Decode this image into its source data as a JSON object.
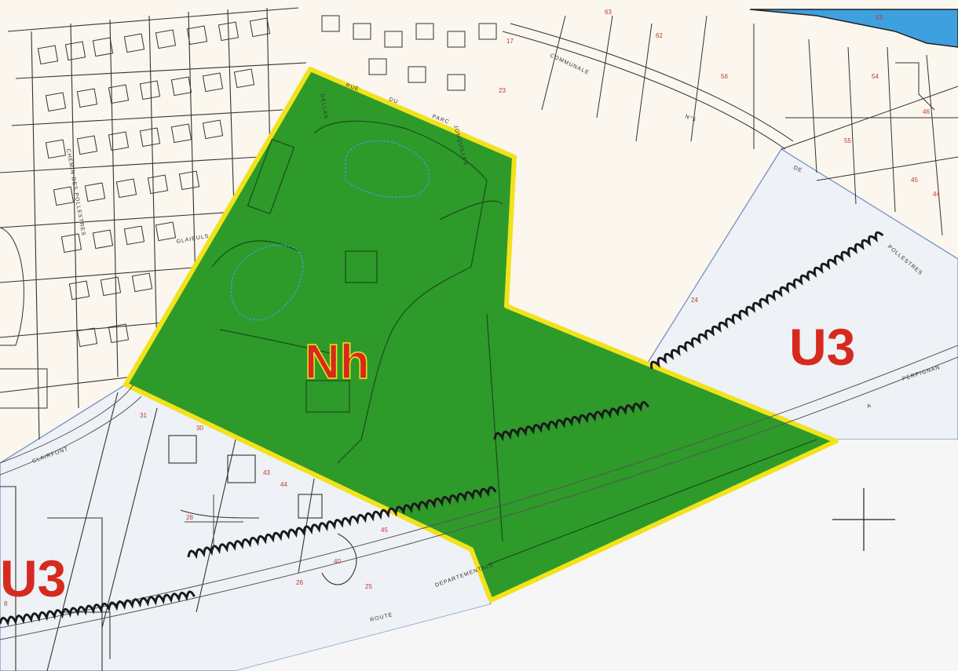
{
  "map": {
    "zones": [
      {
        "id": "nh",
        "label": "Nh",
        "fill": "#2e9a2a",
        "outline": "#f2e21b",
        "label_color": "#d62a1f"
      },
      {
        "id": "u3-east",
        "label": "U3",
        "fill": "#eef1f6",
        "label_color": "#d62a1f"
      },
      {
        "id": "u3-southwest",
        "label": "U3",
        "fill": "#eef1f6",
        "label_color": "#d62a1f"
      }
    ],
    "colors": {
      "background": "#fbf6ee",
      "parcel_line": "#222222",
      "boundary_wave": "#1a1a1a",
      "water_blue": "#3fa0df",
      "lot_number": "#c0392b"
    },
    "lot_numbers": [
      "63",
      "62",
      "53",
      "56",
      "54",
      "46",
      "55",
      "45",
      "44",
      "24",
      "23",
      "17",
      "31",
      "30",
      "43",
      "44",
      "28",
      "45",
      "40",
      "26",
      "25",
      "8"
    ],
    "street_labels": [
      "COMMUNALE",
      "N°5",
      "PARC",
      "DU",
      "RUE",
      "DE",
      "POLLESTRES",
      "PERPIGNAN",
      "A",
      "ROUTE",
      "DEPARTEMENTALE",
      "CLAIRFONT",
      "CHEMIN DES POLLESTRES",
      "GLAIEULS",
      "JONQUILLES",
      "DELLAS"
    ],
    "features": [
      "pond-icon",
      "building-icon",
      "crosshair-icon"
    ]
  }
}
